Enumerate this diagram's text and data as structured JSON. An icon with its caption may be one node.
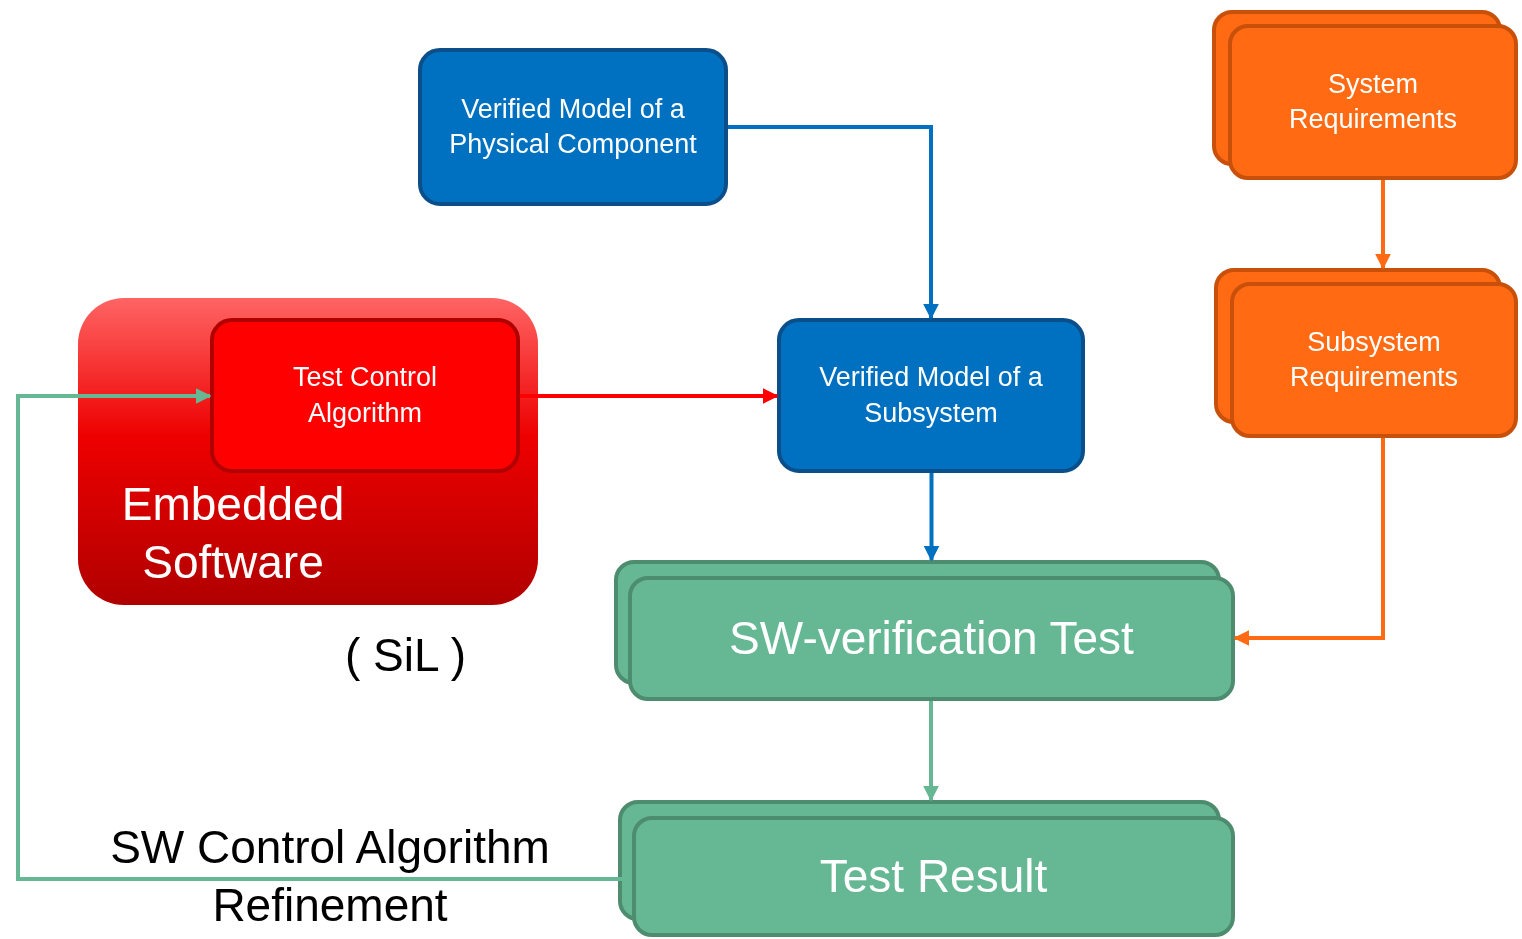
{
  "diagram": {
    "nodes": [
      {
        "text": [
          "Verified Model of a Physical Component"
        ]
      },
      {
        "text": [
          "System Requirements"
        ]
      },
      {
        "text": [
          "Embedded Software"
        ]
      },
      {
        "text": [
          "Test Control Algorithm"
        ],
        "in": 2
      },
      {
        "text": [
          "Verified Model of a Subsystem"
        ]
      },
      {
        "text": [
          "Subsystem Requirements"
        ]
      },
      {
        "text": [
          "SW-verification Test"
        ]
      },
      {
        "text": [
          "Test Result"
        ]
      }
    ],
    "edges": [
      {
        "from": 0,
        "to": 4,
        "arrow": "to",
        "color": "#0070c0"
      },
      {
        "from": 1,
        "to": 5,
        "arrow": "to",
        "color": "#ff6a13"
      },
      {
        "from": 3,
        "to": 4,
        "arrow": "to",
        "color": "#ff0000"
      },
      {
        "from": 4,
        "to": 6,
        "arrow": "to",
        "color": "#0070c0"
      },
      {
        "from": 5,
        "to": 6,
        "arrow": "to",
        "color": "#ff6a13"
      },
      {
        "from": 6,
        "to": 7,
        "arrow": "to",
        "color": "#66b894"
      },
      {
        "from": 7,
        "to": 3,
        "arrow": "to",
        "color": "#66b894",
        "label": "SW Control Algorithm Refinement"
      }
    ],
    "labels": [
      "( SiL )"
    ]
  }
}
